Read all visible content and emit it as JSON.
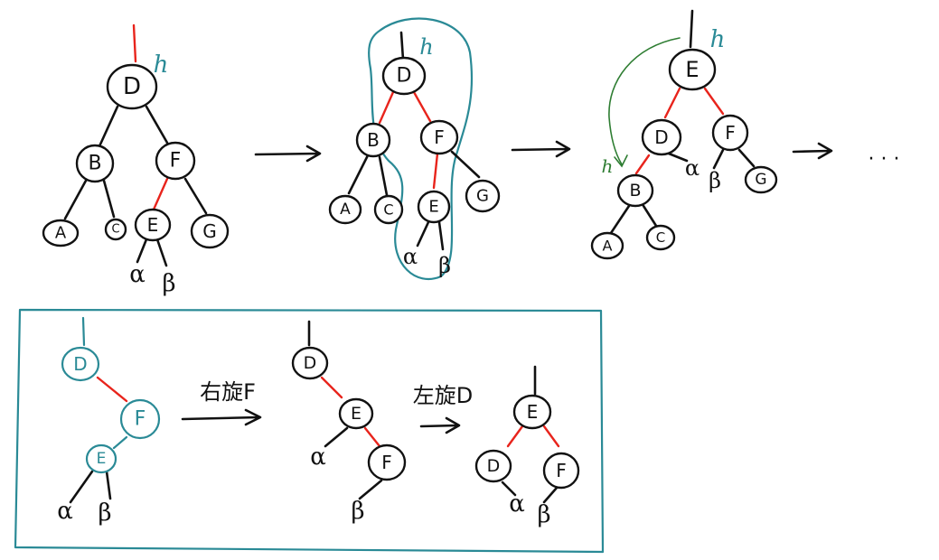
{
  "diagram": {
    "step1": {
      "nodes": {
        "D": "D",
        "B": "B",
        "F": "F",
        "A": "A",
        "C": "C",
        "E": "E",
        "G": "G"
      },
      "subtrees": {
        "alpha": "α",
        "beta": "β"
      },
      "height_mark": "h"
    },
    "step2": {
      "nodes": {
        "D": "D",
        "B": "B",
        "F": "F",
        "A": "A",
        "C": "C",
        "E": "E",
        "G": "G"
      },
      "subtrees": {
        "alpha": "α",
        "beta": "β"
      },
      "height_mark": "h"
    },
    "step3": {
      "nodes": {
        "E": "E",
        "D": "D",
        "F": "F",
        "B": "B",
        "G": "G",
        "A": "A",
        "C": "C"
      },
      "subtrees": {
        "alpha": "α",
        "beta": "β"
      },
      "height_mark_top": "h",
      "height_mark_moved": "h"
    },
    "ellipsis": ". . .",
    "detail_box": {
      "stage1": {
        "nodes": {
          "D": "D",
          "F": "F",
          "E": "E"
        },
        "subtrees": {
          "alpha": "α",
          "beta": "β"
        }
      },
      "rotate_right_label": "右旋F",
      "stage2": {
        "nodes": {
          "D": "D",
          "E": "E",
          "F": "F"
        },
        "subtrees": {
          "alpha": "α",
          "beta": "β"
        }
      },
      "rotate_left_label": "左旋D",
      "stage3": {
        "nodes": {
          "E": "E",
          "D": "D",
          "F": "F"
        },
        "subtrees": {
          "alpha": "α",
          "beta": "β"
        }
      }
    },
    "colors": {
      "ink": "#111111",
      "red_link": "#e8241c",
      "teal": "#2a8a96",
      "green": "#2e7d32"
    }
  }
}
